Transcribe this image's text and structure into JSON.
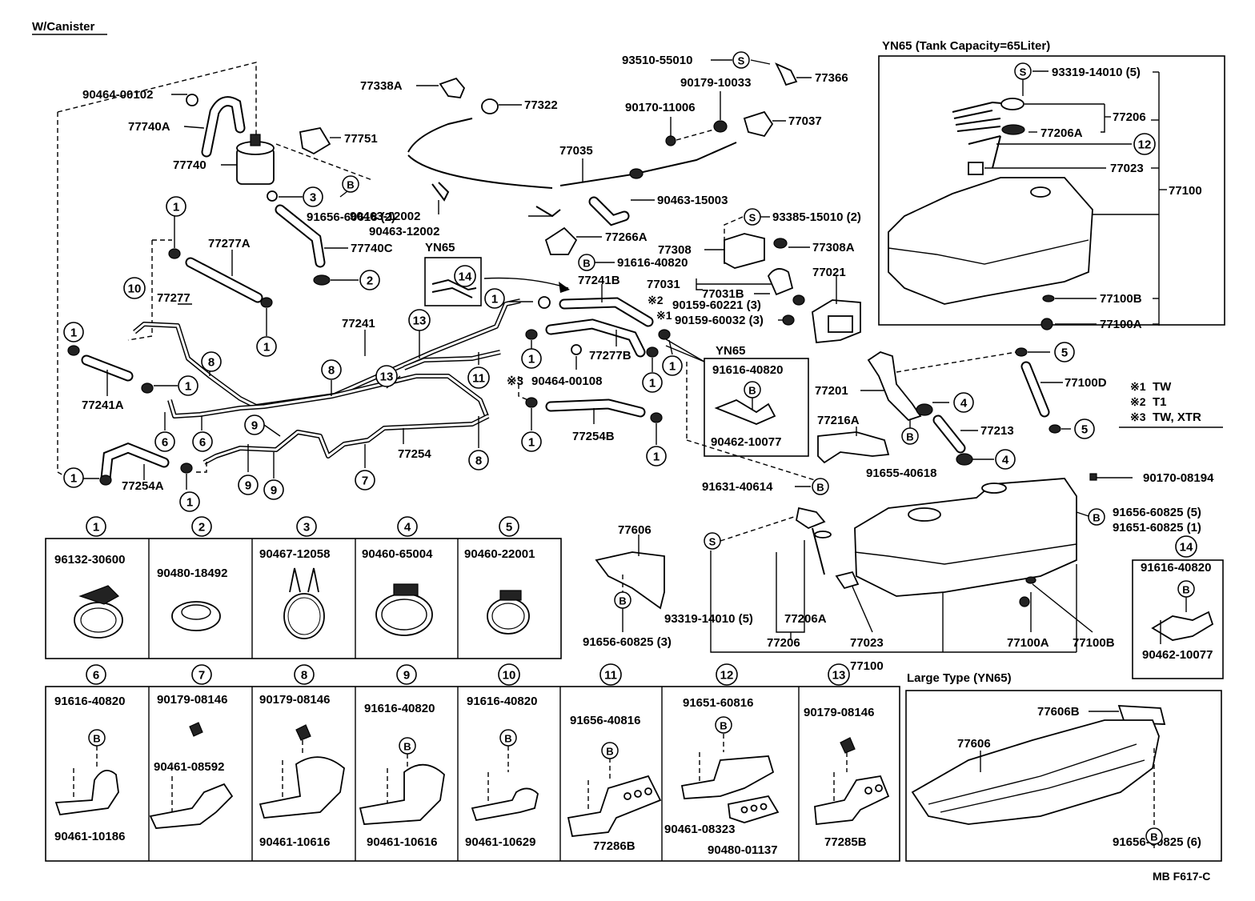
{
  "header": {
    "title": "W/Canister",
    "footer_code": "MB F617-C"
  },
  "yn65_box": {
    "title": "YN65 (Tank Capacity=65Liter)",
    "s_screw": "93319-14010 (5)",
    "gauge": "77206",
    "gasket": "77206A",
    "tube": "77023",
    "tank": "77100",
    "cushion_b": "77100B",
    "cushion_a": "77100A",
    "circle": "12",
    "s": "S"
  },
  "parts": {
    "p90464_00102": "90464-00102",
    "p77740A": "77740A",
    "p77740": "77740",
    "p77751": "77751",
    "p91656_60618": "91656-60618 (2)",
    "p77740C": "77740C",
    "p77277A": "77277A",
    "p77277": "77277",
    "p77241": "77241",
    "p77241A": "77241A",
    "p77254A": "77254A",
    "p77254": "77254",
    "p77338A": "77338A",
    "p77322": "77322",
    "p77035": "77035",
    "p90463_12002a": "90463-12002",
    "p90463_12002b": "90463-12002",
    "p90463_15003": "90463-15003",
    "p93510_55010": "93510-55010",
    "p90179_10033": "90179-10033",
    "p77366": "77366",
    "p90170_11006": "90170-11006",
    "p77037": "77037",
    "p77266A": "77266A",
    "p91616_40820": "91616-40820",
    "p93385_15010": "93385-15010 (2)",
    "p77308": "77308",
    "p77308A": "77308A",
    "p77241B": "77241B",
    "p77031": "77031",
    "p77031B": "77031B",
    "p77021": "77021",
    "p90159_60221": "90159-60221 (3)",
    "p90159_60032": "90159-60032 (3)",
    "mark2": "※2",
    "mark1": "※1",
    "mark3": "※3",
    "p77277B": "77277B",
    "p90464_00108": "90464-00108",
    "p77254B": "77254B",
    "yn65_small": "YN65",
    "yn65_small_b1": "91616-40820",
    "yn65_small_b2": "90462-10077",
    "yn65_label14": "YN65",
    "p77201": "77201",
    "p77213": "77213",
    "p91655_40618": "91655-40618",
    "p77216A": "77216A",
    "p77100D": "77100D",
    "p91631_40614": "91631-40614",
    "p90170_08194": "90170-08194",
    "p91656_60825_5": "91656-60825 (5)",
    "p91651_60825_1": "91651-60825 (1)",
    "p77606": "77606",
    "p91656_60825_3": "91656-60825 (3)",
    "p93319_14010": "93319-14010 (5)",
    "p77206A": "77206A",
    "p77206": "77206",
    "p77023": "77023",
    "p77100": "77100",
    "p77100A": "77100A",
    "p77100B": "77100B"
  },
  "legend": [
    {
      "mark": "※1",
      "text": "TW"
    },
    {
      "mark": "※2",
      "text": "T1"
    },
    {
      "mark": "※3",
      "text": "TW, XTR"
    }
  ],
  "detail_row1": [
    {
      "num": "1",
      "part": "96132-30600"
    },
    {
      "num": "2",
      "part": "90480-18492"
    },
    {
      "num": "3",
      "part": "90467-12058"
    },
    {
      "num": "4",
      "part": "90460-65004"
    },
    {
      "num": "5",
      "part": "90460-22001"
    }
  ],
  "detail_row2": [
    {
      "num": "6",
      "top": "91616-40820",
      "bottom": "90461-10186"
    },
    {
      "num": "7",
      "top": "90179-08146",
      "bottom": "90461-08592"
    },
    {
      "num": "8",
      "top": "90179-08146",
      "bottom": "90461-10616"
    },
    {
      "num": "9",
      "top": "91616-40820",
      "bottom": "90461-10616"
    },
    {
      "num": "10",
      "top": "91616-40820",
      "bottom": "90461-10629"
    },
    {
      "num": "11",
      "top": "91656-40816",
      "bottom": "77286B"
    },
    {
      "num": "12",
      "top": "91651-60816",
      "bottom": "90461-08323",
      "extra": "90480-01137"
    },
    {
      "num": "13",
      "top": "90179-08146",
      "bottom": "77285B"
    }
  ],
  "detail14": {
    "num": "14",
    "top": "91616-40820",
    "bottom": "90462-10077"
  },
  "large_type": {
    "title": "Large Type (YN65)",
    "p1": "77606B",
    "p2": "77606",
    "p3": "91656-60825 (6)"
  },
  "markers": {
    "b": "B",
    "s": "S"
  }
}
